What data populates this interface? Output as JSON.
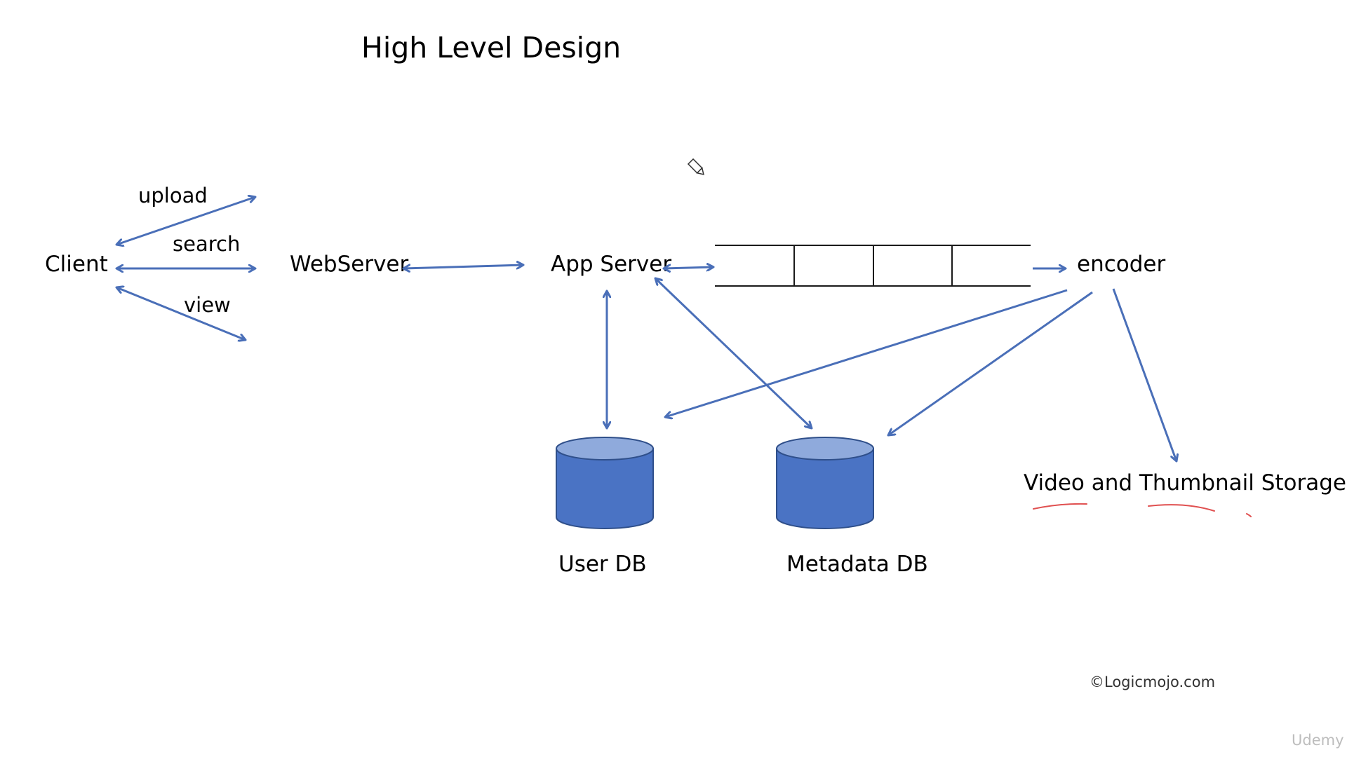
{
  "title": "High Level Design",
  "nodes": {
    "client": "Client",
    "webserver": "WebServer",
    "app_server": "App Server",
    "encoder": "encoder",
    "user_db": "User DB",
    "metadata_db": "Metadata DB",
    "storage": "Video and Thumbnail Storage"
  },
  "edge_labels": {
    "upload": "upload",
    "search": "search",
    "view": "view"
  },
  "queue": {
    "cells": 4
  },
  "copyright": "©Logicmojo.com",
  "brand": "Udemy",
  "colors": {
    "arrow": "#4a6fb8",
    "db_body": "#4a73c4",
    "db_top": "#8faadc",
    "db_outline": "#2f4f8a",
    "annotation": "#e05050",
    "text": "#1a1a1a"
  },
  "icons": {
    "cursor": "pencil-cursor-icon"
  }
}
